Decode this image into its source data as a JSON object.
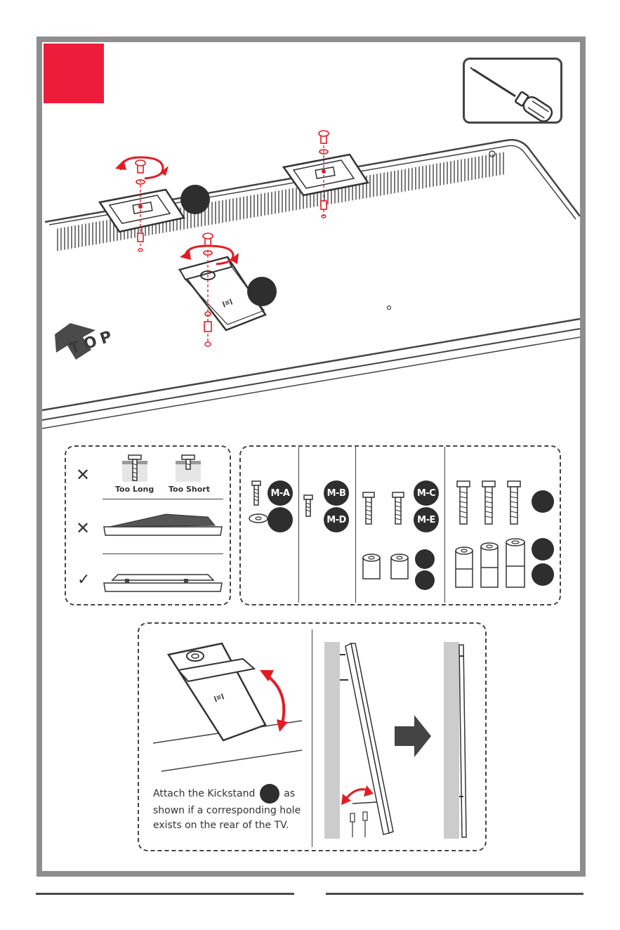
{
  "step_marker_color": "#ee1c3b",
  "accent_red": "#e31b23",
  "icons": {
    "tool": "screwdriver-icon",
    "direction": "top-arrow-icon"
  },
  "main": {
    "direction_label": "TOP"
  },
  "screw_check": {
    "too_long": "Too Long",
    "too_short": "Too Short",
    "wrong_mark": "✕",
    "right_mark": "✓"
  },
  "parts": {
    "m_a": "M-A",
    "m_b": "M-B",
    "m_c": "M-C",
    "m_d": "M-D",
    "m_e": "M-E"
  },
  "kickstand": {
    "caption_part1": "Attach the Kickstand",
    "caption_part2": "as shown if a corresponding hole exists on the rear of the TV."
  }
}
